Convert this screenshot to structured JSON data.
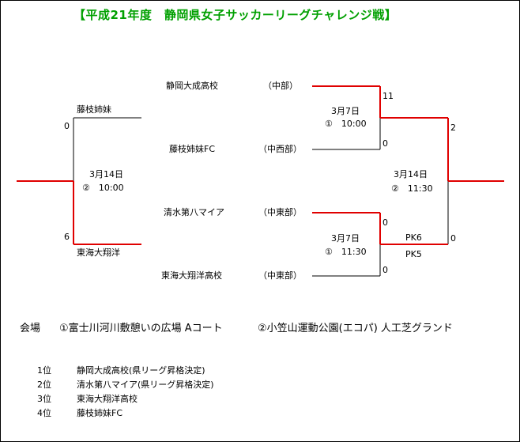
{
  "title": "【平成21年度　静岡県女子サッカーリーグチャレンジ戦】",
  "colors": {
    "title": "#00a000",
    "winner_line": "#e00000",
    "line": "#000000"
  },
  "teams": {
    "shizuoka_seika": {
      "name": "静岡大成高校",
      "region": "（中部）"
    },
    "fujieda_fc": {
      "name": "藤枝姉妹FC",
      "region": "（中西部）"
    },
    "shimizu_8": {
      "name": "清水第八マイア",
      "region": "（中東部）"
    },
    "tokai_shoyo": {
      "name": "東海大翔洋高校",
      "region": "（中東部）"
    }
  },
  "left": {
    "top_team": "藤枝姉妹",
    "bottom_team": "東海大翔洋",
    "top_score": "0",
    "bottom_score": "6",
    "date": "3月14日",
    "time": "②　10:00"
  },
  "right": {
    "semi1": {
      "date": "3月7日",
      "time": "①　10:00",
      "score_top": "11",
      "score_bottom": "0"
    },
    "semi2": {
      "date": "3月7日",
      "time": "①　11:30",
      "score_top": "0",
      "score_bottom": "0",
      "pk_top": "PK6",
      "pk_bottom": "PK5"
    },
    "final": {
      "date": "3月14日",
      "time": "②　11:30",
      "score_top": "2",
      "score_bottom": "0"
    }
  },
  "venue": {
    "label": "会場",
    "v1": "①富士川河川敷憩いの広場 Aコート",
    "v2": "②小笠山運動公園(エコパ) 人工芝グランド"
  },
  "ranking": [
    {
      "rank": "1位",
      "team": "静岡大成高校(県リーグ昇格決定)"
    },
    {
      "rank": "2位",
      "team": "清水第八マイア(県リーグ昇格決定)"
    },
    {
      "rank": "3位",
      "team": "東海大翔洋高校"
    },
    {
      "rank": "4位",
      "team": "藤枝姉妹FC"
    }
  ]
}
